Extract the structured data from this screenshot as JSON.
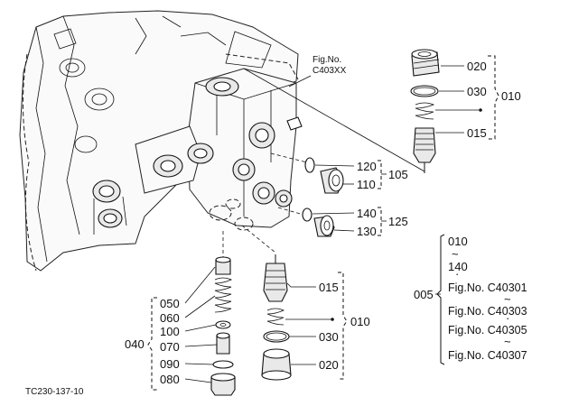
{
  "figure_ref": {
    "line1": "Fig.No.",
    "line2": "C403XX"
  },
  "parts_right_top": {
    "p020": "020",
    "p030": "030",
    "p015": "015",
    "group": "010"
  },
  "parts_mid": {
    "p120": "120",
    "p110": "110",
    "group105": "105",
    "p140": "140",
    "p130": "130",
    "group125": "125"
  },
  "parts_bottom_left": {
    "p050": "050",
    "p060": "060",
    "p100": "100",
    "p070": "070",
    "p090": "090",
    "p080": "080",
    "group": "040"
  },
  "parts_bottom_right": {
    "p015": "015",
    "p030": "030",
    "p020": "020",
    "group": "010"
  },
  "ref_block": {
    "code": "005",
    "range_start": "010",
    "tilde": "~",
    "range_end": "140",
    "figs": [
      "Fig.No. C40301",
      "Fig.No. C40303",
      "Fig.No. C40305",
      "Fig.No. C40307"
    ]
  },
  "drawing_id": "TC230-137-10"
}
